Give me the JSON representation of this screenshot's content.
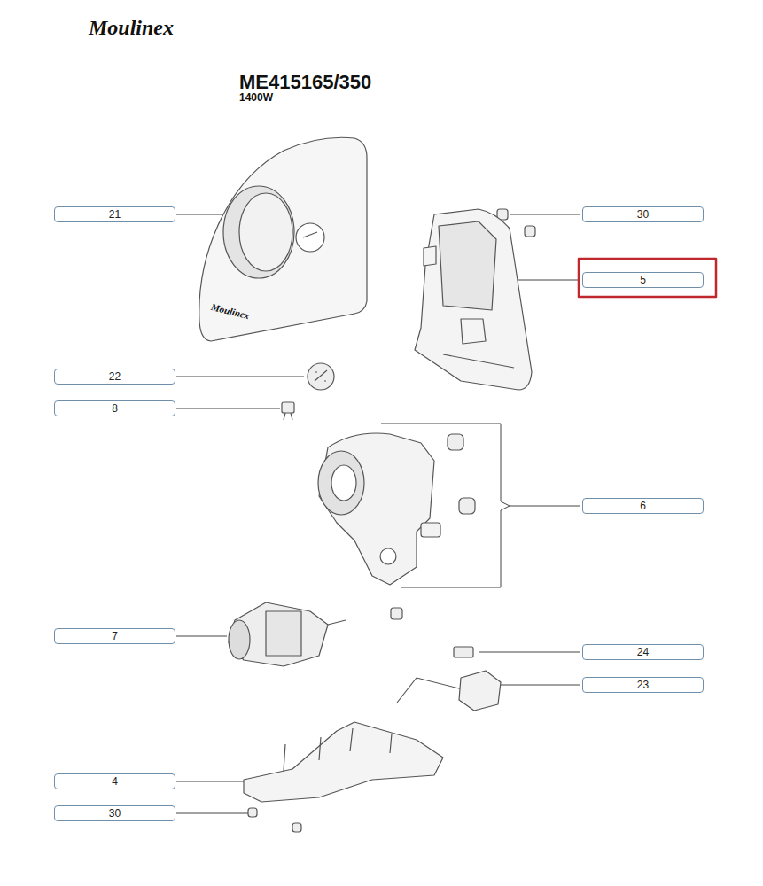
{
  "diagram": {
    "title": "ME415165/350",
    "nodes": [
      {
        "text": [
          "21"
        ]
      },
      {
        "text": [
          "30"
        ]
      },
      {
        "text": [
          "5"
        ]
      },
      {
        "text": [
          "22"
        ]
      },
      {
        "text": [
          "8"
        ]
      },
      {
        "text": [
          "6"
        ]
      },
      {
        "text": [
          "7"
        ]
      },
      {
        "text": [
          "24"
        ]
      },
      {
        "text": [
          "23"
        ]
      },
      {
        "text": [
          "4"
        ]
      },
      {
        "text": [
          "30"
        ]
      }
    ],
    "labels": [
      "Moulinex",
      "1400W",
      "Moulinex"
    ]
  }
}
